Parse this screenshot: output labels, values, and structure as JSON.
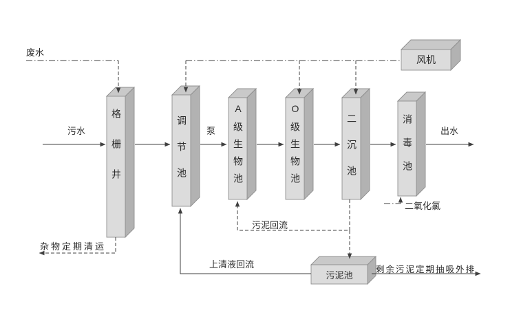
{
  "colors": {
    "background": "#ffffff",
    "box_front": "#dcdcdc",
    "box_top": "#c9c9c9",
    "box_side": "#b2b2b2",
    "box_stroke": "#8f8f8f",
    "line": "#404040",
    "text": "#2b2b2b"
  },
  "tanks": {
    "grid_well": "格栅井",
    "regulating": "调节池",
    "a_bio": "A级生物池",
    "o_bio": "O级生物池",
    "secondary": "二沉池",
    "disinfection": "消毒池"
  },
  "equipment": {
    "fan": "风机",
    "sludge_tank": "污泥池"
  },
  "flow_labels": {
    "wastewater": "废水",
    "sewage": "污水",
    "pump": "泵",
    "effluent": "出水",
    "debris_removal": "杂物定期清运",
    "sludge_return": "污泥回流",
    "supernatant_return": "上清液回流",
    "chlorine_dioxide": "二氧化氯",
    "excess_sludge_discharge": "剩余污泥定期抽吸外排"
  }
}
